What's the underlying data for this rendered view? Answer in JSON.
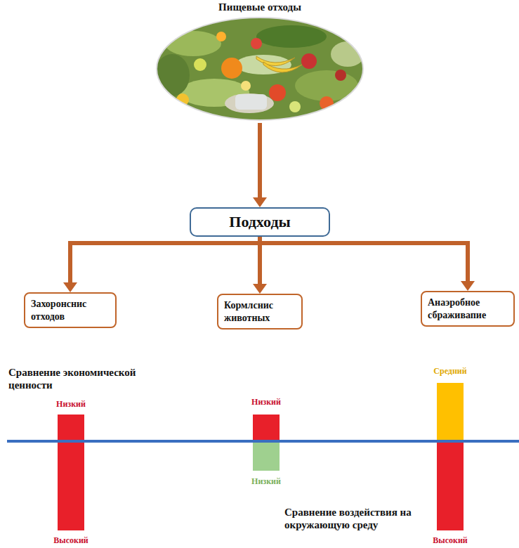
{
  "diagram": {
    "nodes": [
      {
        "text": [
          "Пищевые отходы"
        ]
      },
      {
        "text": [
          "Подходы"
        ]
      },
      {
        "text": [
          "Захоронснис отходов"
        ]
      },
      {
        "text": [
          "Кормлснис животных"
        ]
      },
      {
        "text": [
          "Анаэробное сбраживапие"
        ]
      }
    ],
    "edges": [
      {
        "from": 0,
        "to": 1,
        "arrow": "to"
      },
      {
        "from": 1,
        "to": 2,
        "arrow": "to"
      },
      {
        "from": 1,
        "to": 3,
        "arrow": "to"
      },
      {
        "from": 1,
        "to": 4,
        "arrow": "to"
      }
    ],
    "labels": [
      "Сравнение экономической ценности",
      "Низкий",
      "Высокий",
      "Низкий",
      "Низкий",
      "Средний",
      "Высокий",
      "Сравнение воздействия на окружающую среду"
    ]
  }
}
